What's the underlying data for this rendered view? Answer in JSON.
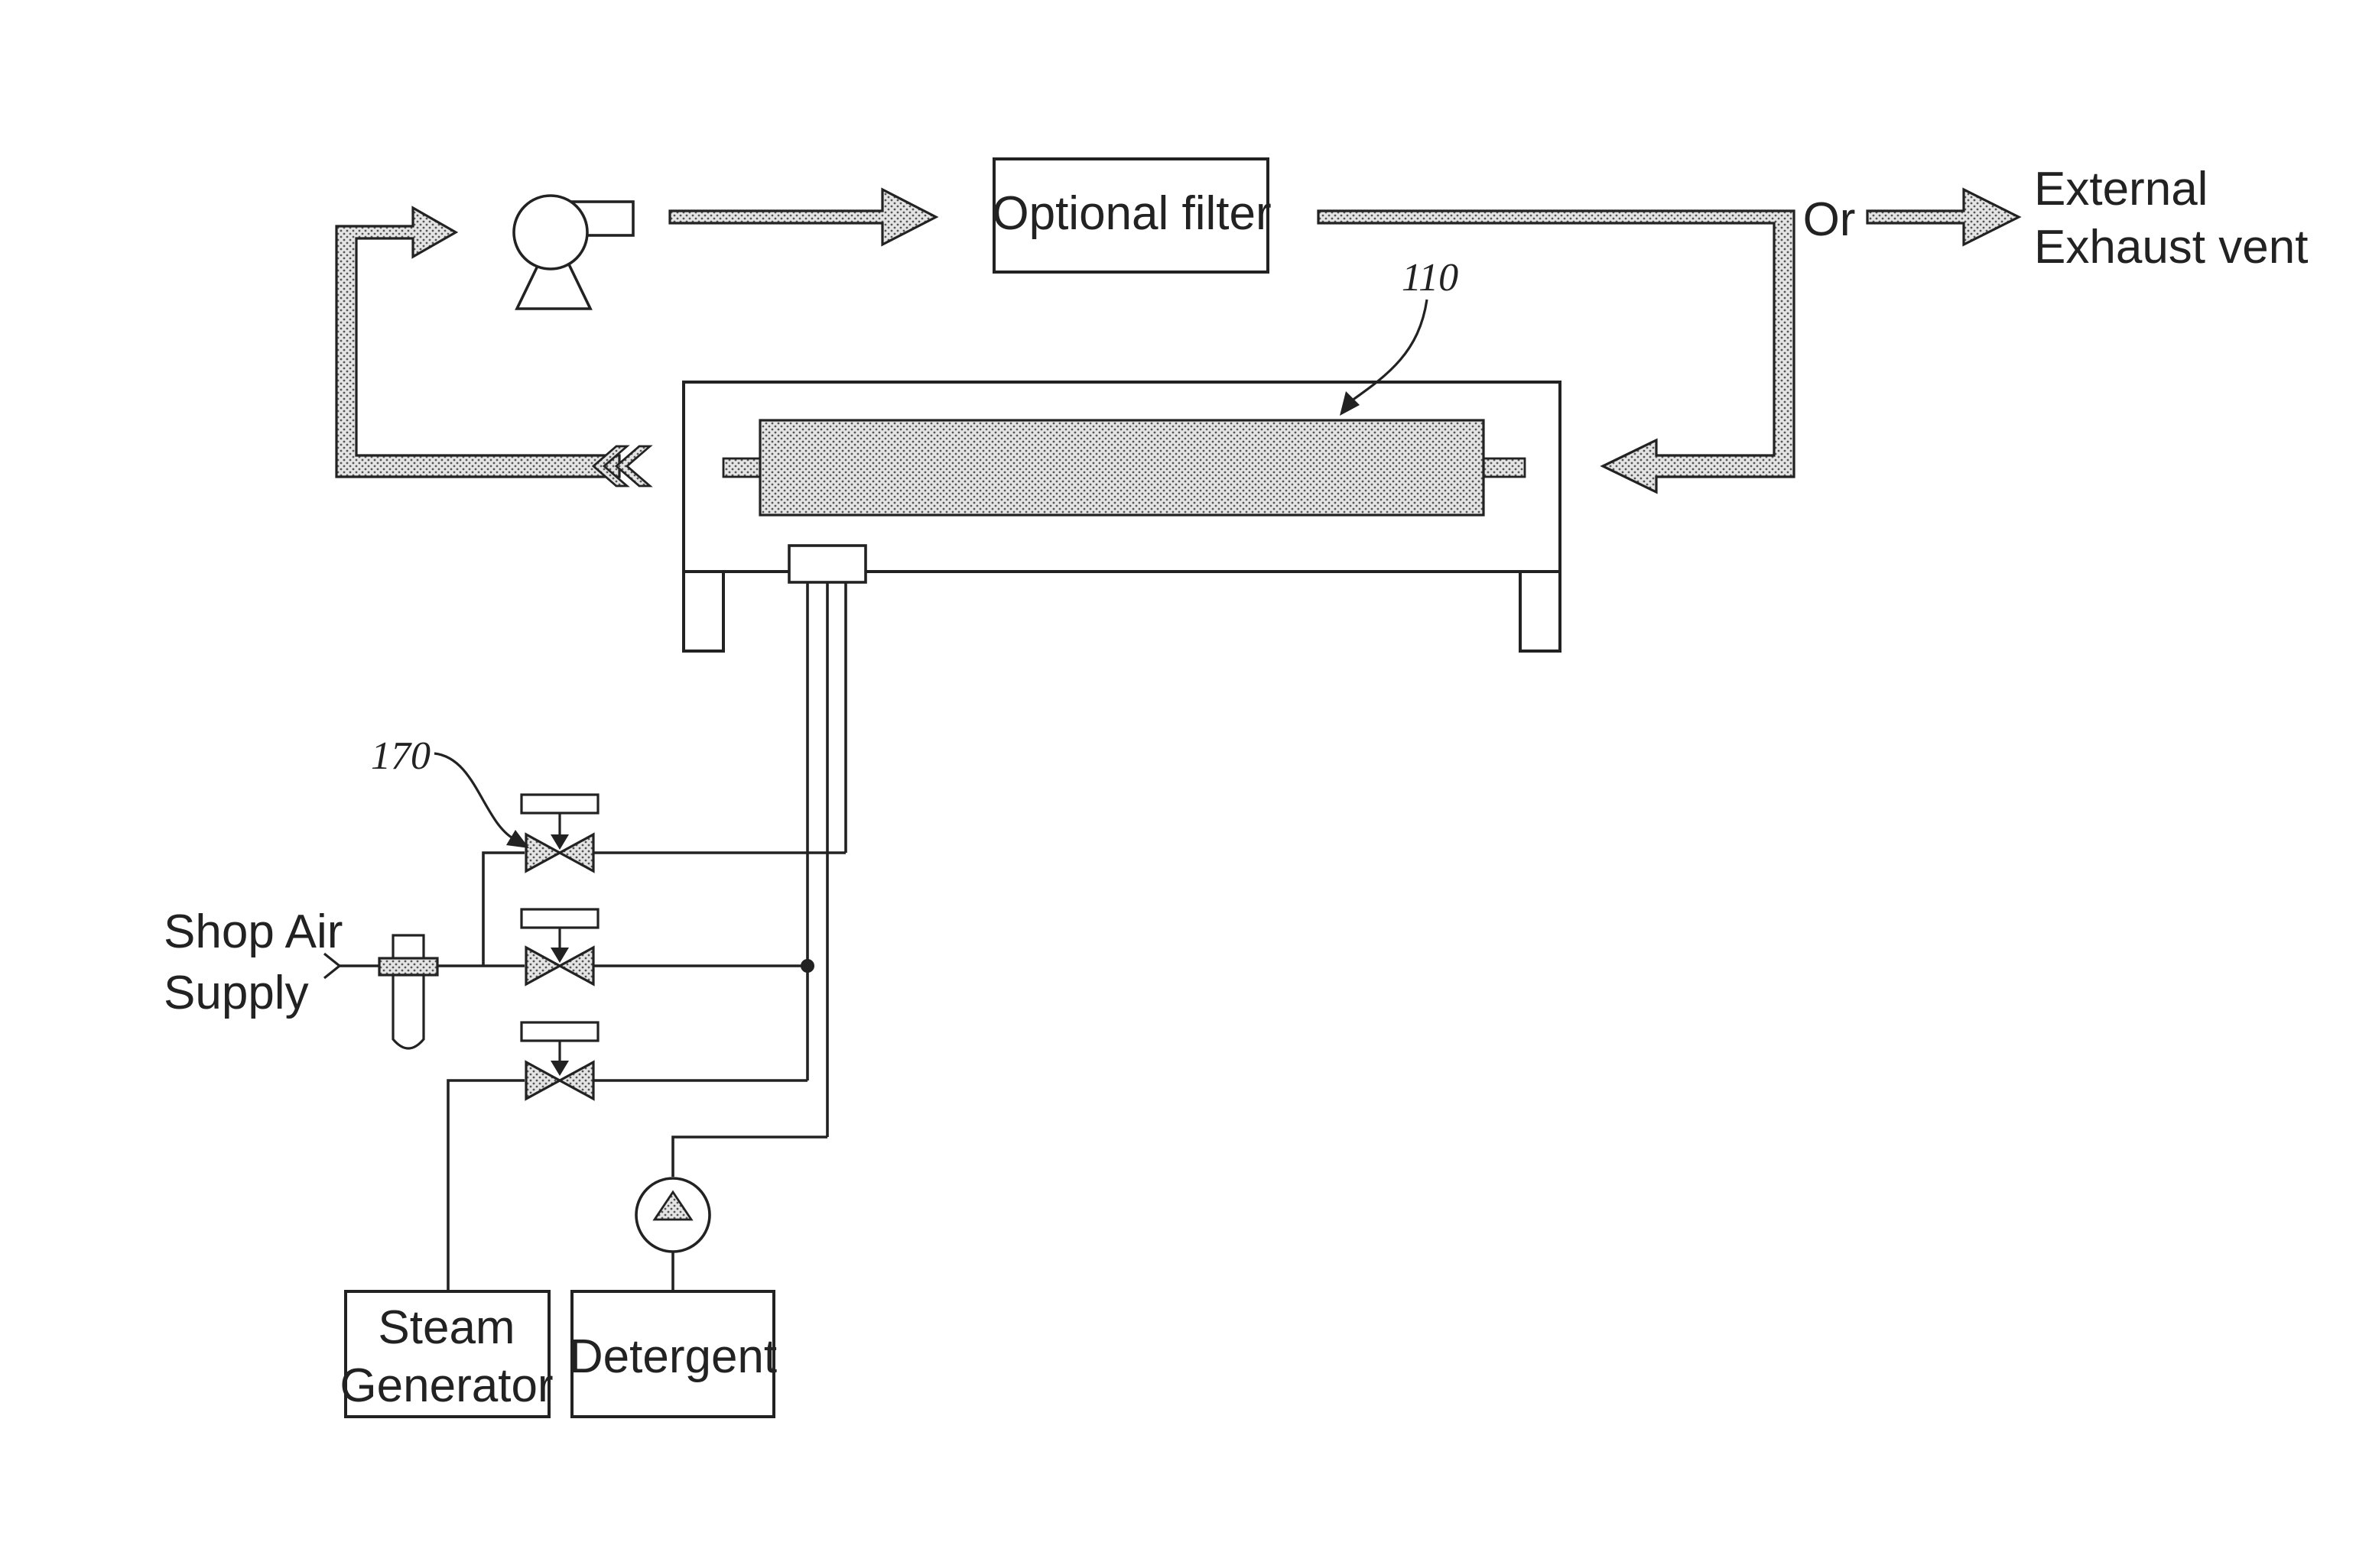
{
  "labels": {
    "optional_filter": "Optional filter",
    "or": "Or",
    "external_line1": "External",
    "external_line2": "Exhaust vent",
    "ref_110": "110",
    "ref_170": "170",
    "shop_air_line1": "Shop Air",
    "shop_air_line2": "Supply",
    "steam_line1": "Steam",
    "steam_line2": "Generator",
    "detergent": "Detergent"
  },
  "colors": {
    "line": "#222222",
    "stipple_fill": "#c9c9c9",
    "background": "#ffffff"
  }
}
